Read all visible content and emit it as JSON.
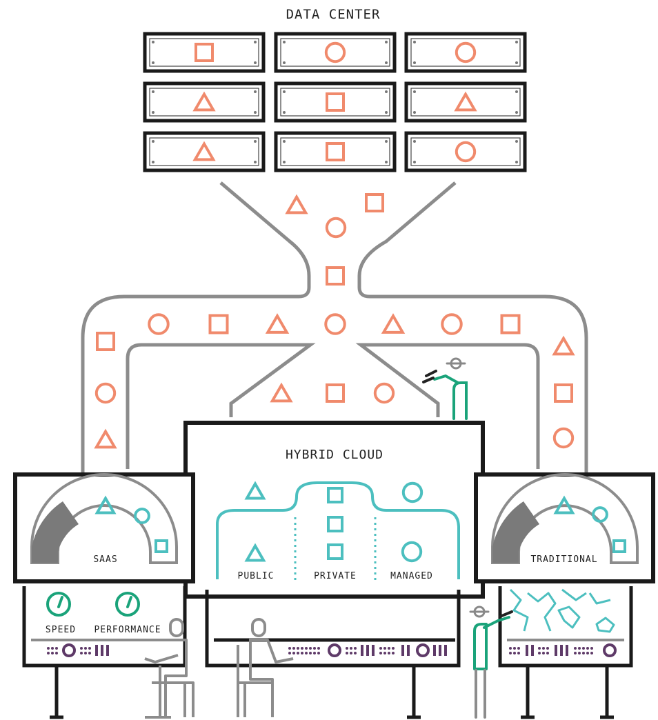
{
  "colors": {
    "frame": "#1a1a1a",
    "pipe": "#8c8c8c",
    "orange": "#f08a6c",
    "teal": "#4cbfbf",
    "green": "#1aa37a",
    "purple": "#5e3a68",
    "dark_gray": "#7a7a7a",
    "person": "#8c8c8c"
  },
  "title": "DATA CENTER",
  "hybrid_cloud": {
    "title": "HYBRID CLOUD",
    "sections": [
      "PUBLIC",
      "PRIVATE",
      "MANAGED"
    ]
  },
  "saas": {
    "label": "SAAS",
    "gauges": [
      "SPEED",
      "PERFORMANCE"
    ]
  },
  "traditional": {
    "label": "TRADITIONAL"
  },
  "server_rack": {
    "rows": [
      [
        "square-icon",
        "circle-icon",
        "circle-icon"
      ],
      [
        "triangle-icon",
        "square-icon",
        "triangle-icon"
      ],
      [
        "triangle-icon",
        "square-icon",
        "circle-icon"
      ]
    ]
  },
  "flow": {
    "funnel": [
      "triangle-icon",
      "square-icon",
      "circle-icon",
      "square-icon"
    ],
    "horizontal": [
      "circle-icon",
      "square-icon",
      "triangle-icon",
      "circle-icon",
      "triangle-icon",
      "circle-icon",
      "square-icon"
    ],
    "left_down": [
      "square-icon",
      "circle-icon",
      "triangle-icon"
    ],
    "right_down": [
      "triangle-icon",
      "square-icon",
      "circle-icon"
    ],
    "center_down": [
      "triangle-icon",
      "square-icon",
      "circle-icon"
    ]
  }
}
